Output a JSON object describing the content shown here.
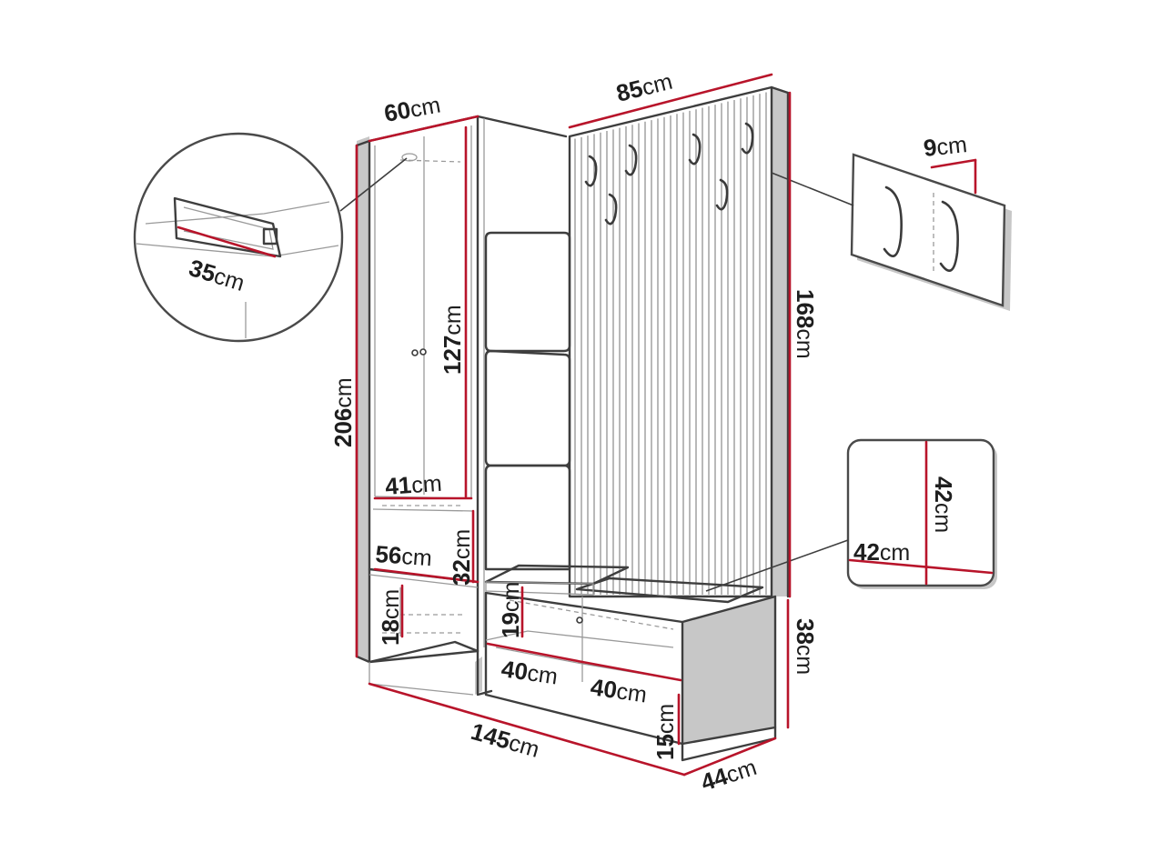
{
  "unit": "cm",
  "dimensions": {
    "top_left_width": "60",
    "top_center_width": "85",
    "rail_length": "35",
    "hook_spacing": "9",
    "total_height": "206",
    "door_height": "127",
    "panel_height": "168",
    "inner_width": "41",
    "shelf_width": "56",
    "shelf_height": "32",
    "low_compartment_height": "18",
    "bench_compartment_height": "19",
    "bench_compartment_width_left": "40",
    "bench_compartment_width_right": "40",
    "bench_plinth_height": "15",
    "seat_height": "38",
    "total_width": "145",
    "depth": "44",
    "cushion_height": "42",
    "cushion_width": "42"
  },
  "colors": {
    "dimension_line": "#b8142a",
    "outline": "#3e3e3e",
    "shadow": "#c7c7c7"
  }
}
